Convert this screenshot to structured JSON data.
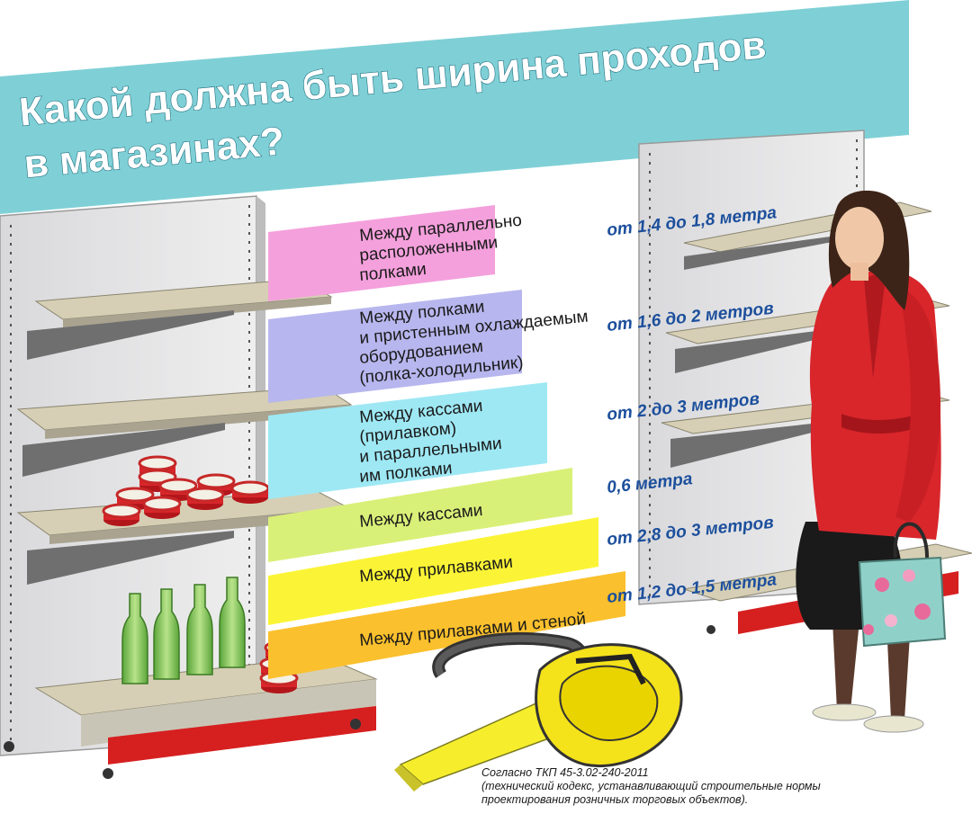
{
  "header": {
    "title_line1": "Какой должна быть ширина проходов",
    "title_line2": "в магазинах?",
    "banner_color": "#7fd0d6"
  },
  "bands": [
    {
      "lines": [
        "Между параллельно",
        "расположенными",
        "полками"
      ],
      "color": "#f4a0dc",
      "measure": "от 1,4 до 1,8 метра"
    },
    {
      "lines": [
        "Между полками",
        "и пристенным охлаждаемым",
        "оборудованием",
        "(полка-холодильник)"
      ],
      "color": "#b7b6ee",
      "measure": "от 1,6 до 2 метров"
    },
    {
      "lines": [
        "Между кассами",
        "(прилавком)",
        "и параллельными",
        "им полками"
      ],
      "color": "#9ee8f4",
      "measure": "от 2 до 3 метров"
    },
    {
      "lines": [
        "Между кассами"
      ],
      "color": "#d9f078",
      "measure": "0,6 метра"
    },
    {
      "lines": [
        "Между прилавками"
      ],
      "color": "#fbf436",
      "measure": "от 2,8 до 3 метров"
    },
    {
      "lines": [
        "Между прилавками и стеной"
      ],
      "color": "#fbc02d",
      "measure": "от 1,2 до 1,5 метра"
    }
  ],
  "footnote": {
    "line1": "Согласно ТКП 45-3.02-240-2011",
    "line2": "(технический кодекс, устанавливающий строительные нормы",
    "line3": "проектирования розничных торговых объектов)."
  },
  "icons": [
    "store-shelf-icon",
    "tape-measure-icon",
    "woman-shopper-icon",
    "bottle-icon",
    "tin-can-icon"
  ]
}
